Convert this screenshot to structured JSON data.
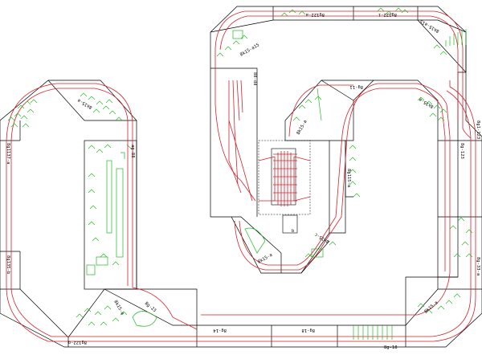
{
  "colors": {
    "outline": "#000000",
    "track": "#d4202a",
    "scenery": "#1fb81f",
    "background": "#ffffff"
  },
  "labels": {
    "top_module_center": "8g122-a",
    "top_module_right": "8g122-i",
    "top_right_corner": "8k15-a15",
    "top_left_corner": "8k15-a15",
    "station_module": "88-dd",
    "inner_loop_top": "8g-11",
    "inner_corner_left": "8k15-a",
    "inner_corner_right": "8k15-a",
    "right_top_a": "8g1-123",
    "right_top_b": "8g-123",
    "inner_right_straight": "8g115-a",
    "left_corner_top": "8k15-a",
    "left_straight_upper": "8g1137-a",
    "left_straight_lower": "8g135-b",
    "left_yard": "ag-88",
    "inner_bottom_left": "8k15-a",
    "inner_bottom_right": "8k15-c",
    "bottom_diag_left": "8k15-a",
    "bottom_diag_right": "8g-23",
    "bottom_left_corner": "8g122-q",
    "bottom_mid_a": "8g-14",
    "bottom_mid_b": "8g-18",
    "bottom_right_corner": "8k15-a",
    "bottom_right_straight": "8g-18",
    "right_straight_lower": "8g-33-a",
    "station_b": "b"
  }
}
